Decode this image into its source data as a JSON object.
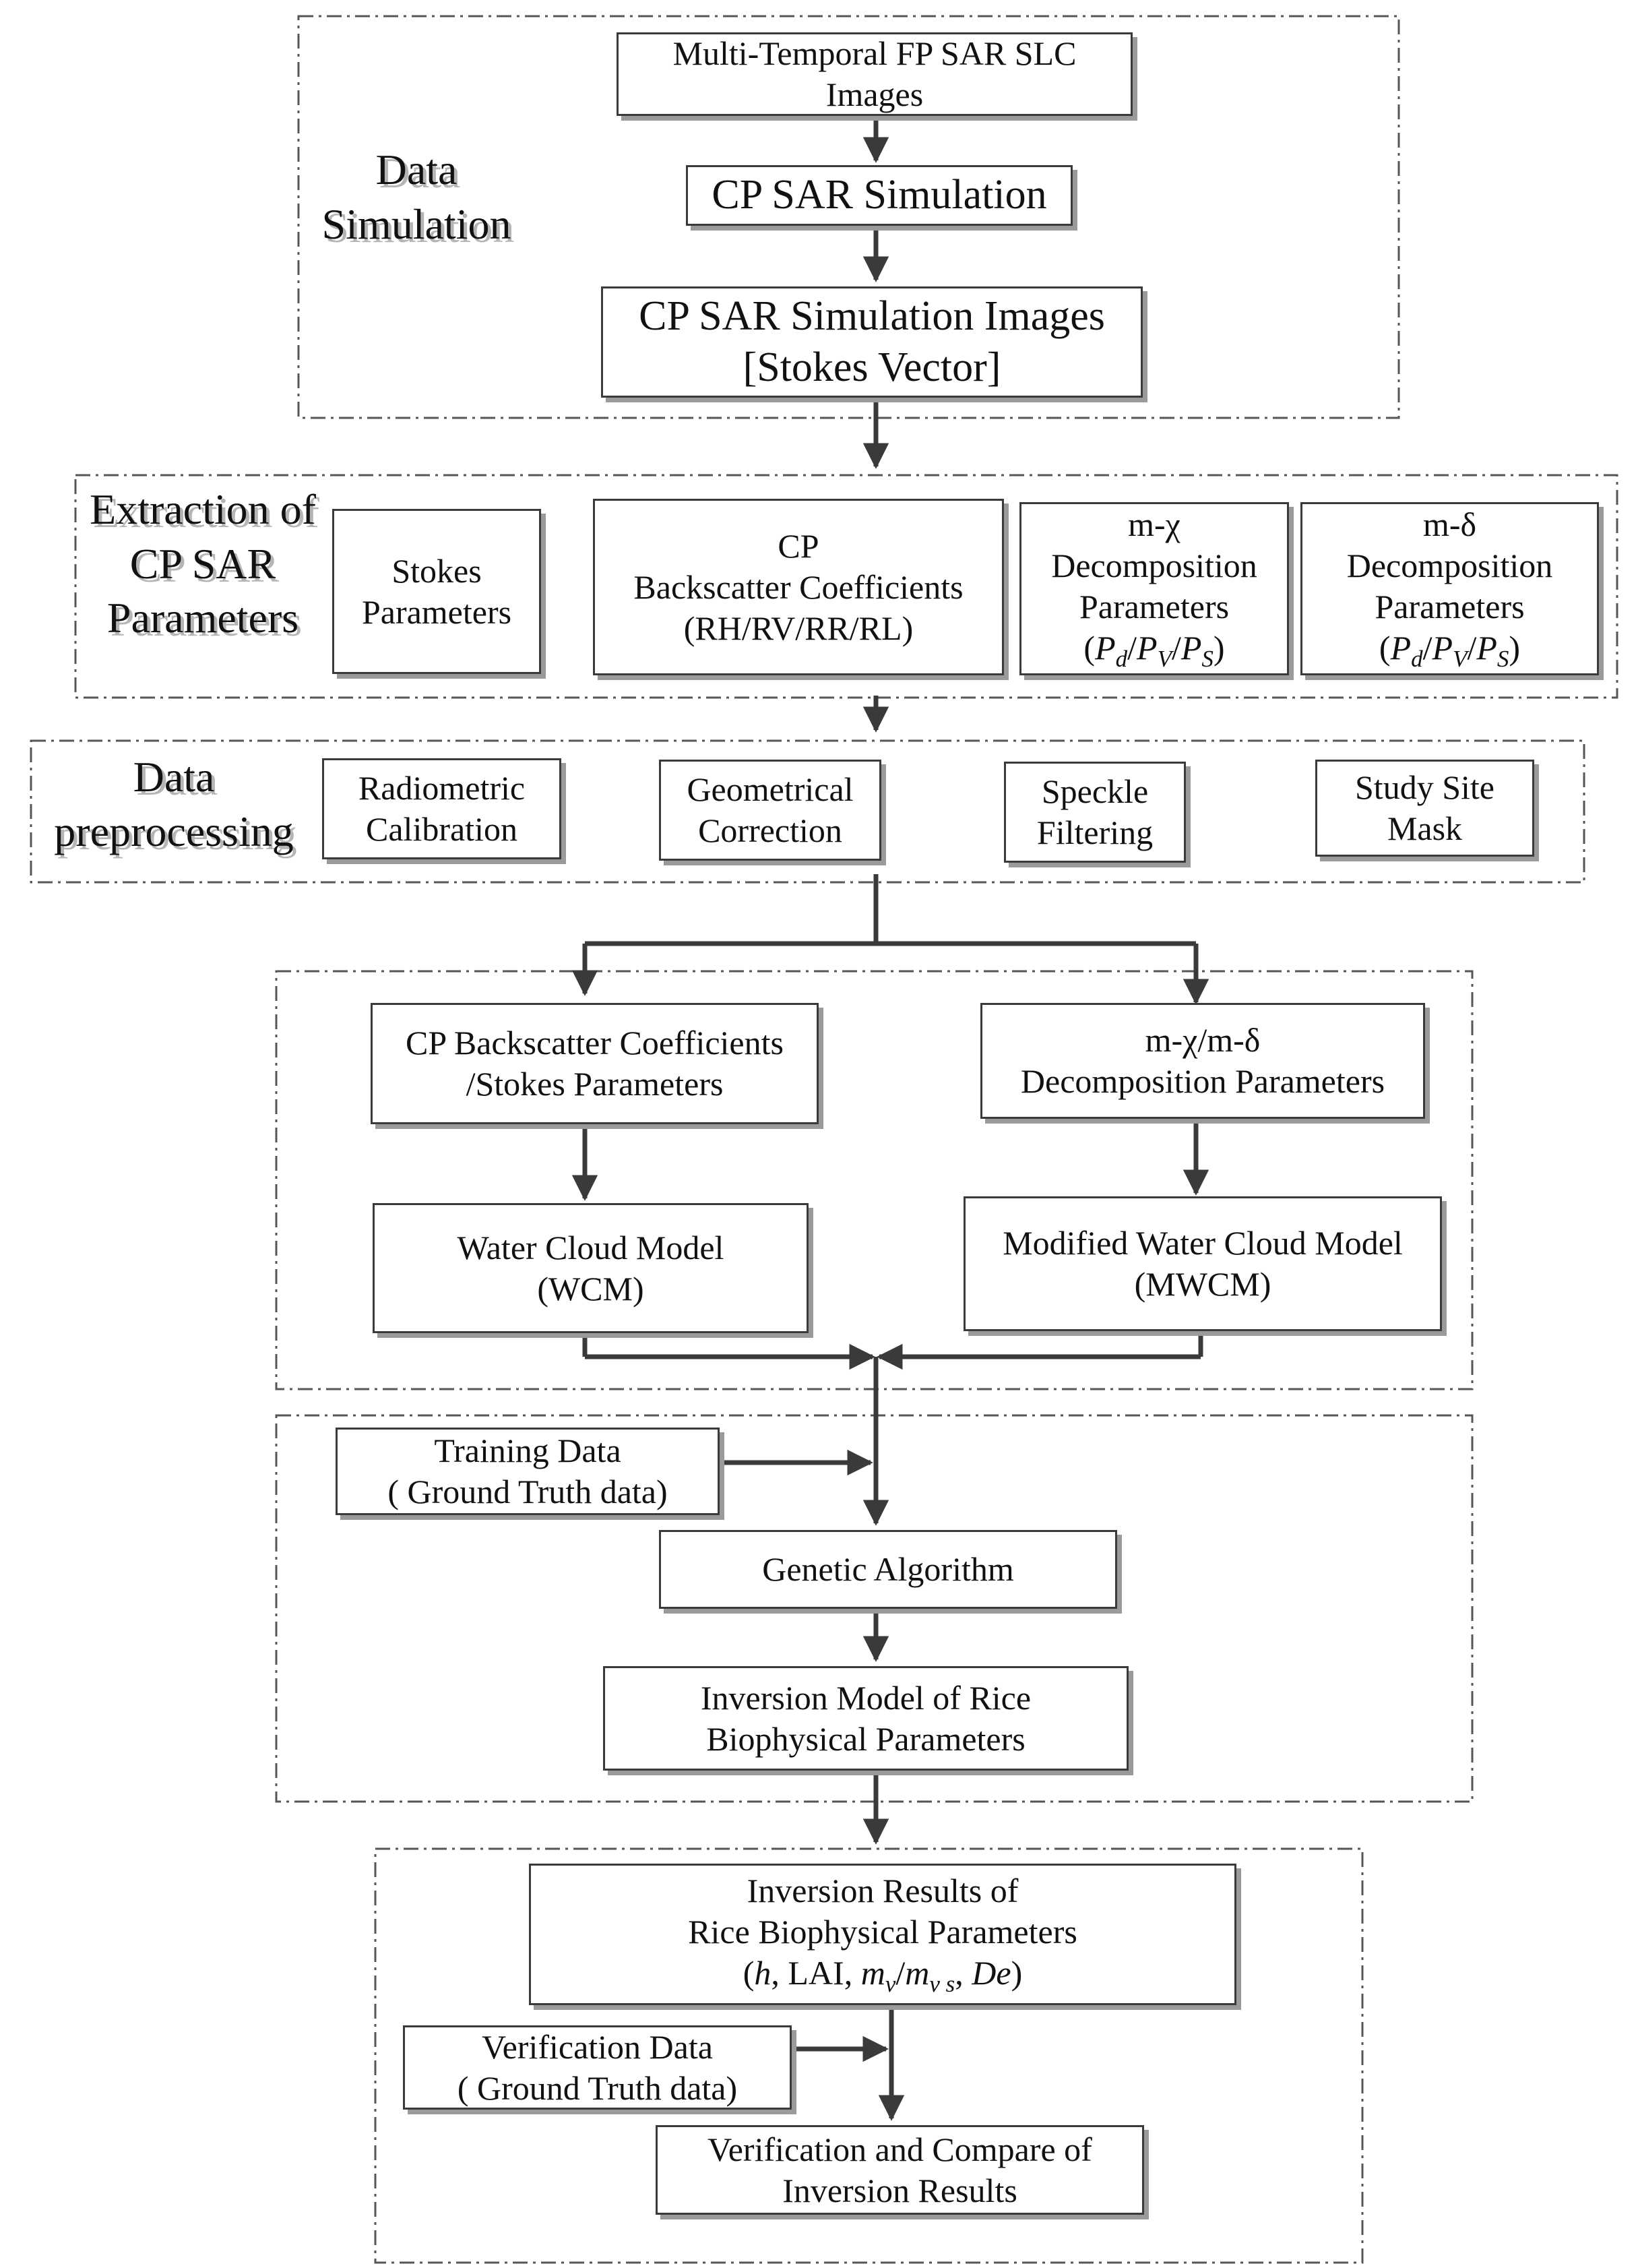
{
  "sections": {
    "data_simulation": {
      "label_lines": [
        "Data",
        "Simulation"
      ],
      "fp_images": [
        "Multi-Temporal FP SAR SLC",
        "Images"
      ],
      "cp_simulation": "CP SAR Simulation",
      "cp_images": [
        "CP SAR Simulation Images",
        "[Stokes Vector]"
      ]
    },
    "extraction": {
      "label_lines": [
        "Extraction of",
        "CP SAR",
        "Parameters"
      ],
      "stokes": [
        "Stokes",
        "Parameters"
      ],
      "backscatter": [
        "CP",
        "Backscatter Coefficients",
        "(RH/RV/RR/RL)"
      ],
      "m_chi": {
        "lines": [
          "m-χ",
          "Decomposition",
          "Parameters"
        ],
        "formula": "(P_d/P_V/P_S)"
      },
      "m_delta": {
        "lines": [
          "m-δ",
          "Decomposition",
          "Parameters"
        ],
        "formula": "(P_d/P_V/P_S)"
      }
    },
    "preprocessing": {
      "label_lines": [
        "Data",
        "preprocessing"
      ],
      "radiometric": [
        "Radiometric",
        "Calibration"
      ],
      "geometrical": [
        "Geometrical",
        "Correction"
      ],
      "speckle": [
        "Speckle",
        "Filtering"
      ],
      "study_site": [
        "Study Site",
        "Mask"
      ]
    },
    "models": {
      "cp_backscatter": [
        "CP Backscatter Coefficients",
        "/Stokes Parameters"
      ],
      "decomposition": [
        "m-χ/m-δ",
        "Decomposition Parameters"
      ],
      "wcm": [
        "Water Cloud Model",
        "(WCM)"
      ],
      "mwcm": [
        "Modified Water Cloud Model",
        "(MWCM)"
      ]
    },
    "inversion": {
      "training": [
        "Training Data",
        "( Ground Truth data)"
      ],
      "genetic": "Genetic Algorithm",
      "model": [
        "Inversion Model of Rice",
        "Biophysical Parameters"
      ]
    },
    "results": {
      "results_box": {
        "lines": [
          "Inversion Results of",
          "Rice Biophysical Parameters"
        ],
        "formula": "(h, LAI, m_v/m_v_s, De)"
      },
      "verification_data": [
        "Verification Data",
        "( Ground Truth data)"
      ],
      "compare": [
        "Verification and Compare of",
        "Inversion Results"
      ]
    }
  },
  "colors": {
    "box_border": "#3a3a3a",
    "shadow": "#9a9a9a",
    "arrow": "#3a3a3a",
    "frame": "#555555"
  }
}
